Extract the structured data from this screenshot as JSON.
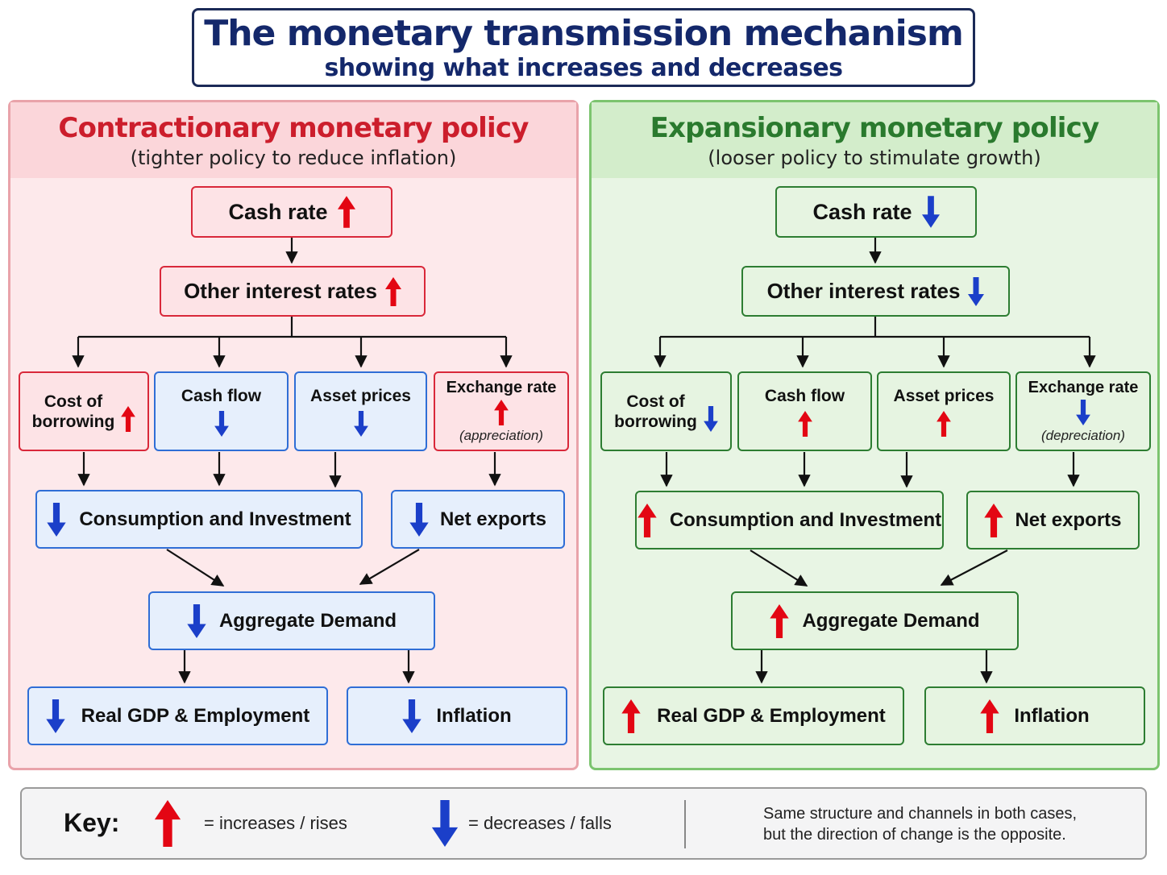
{
  "title": {
    "main": "The monetary transmission mechanism",
    "sub": "showing what increases and decreases"
  },
  "colors": {
    "up": "#e30613",
    "down": "#1b3fc9"
  },
  "contractionary": {
    "title": "Contractionary monetary policy",
    "subtitle": "(tighter policy to reduce inflation)",
    "cash_rate": "Cash rate",
    "other_rates": "Other interest rates",
    "channels": {
      "cost_line1": "Cost of",
      "cost_line2": "borrowing",
      "cash_flow": "Cash flow",
      "asset_prices": "Asset prices",
      "exchange_rate": "Exchange rate",
      "exchange_note": "(appreciation)"
    },
    "consumption": "Consumption and Investment",
    "net_exports": "Net exports",
    "aggregate_demand": "Aggregate Demand",
    "gdp": "Real GDP & Employment",
    "inflation": "Inflation"
  },
  "expansionary": {
    "title": "Expansionary monetary policy",
    "subtitle": "(looser policy to stimulate growth)",
    "cash_rate": "Cash rate",
    "other_rates": "Other interest rates",
    "channels": {
      "cost_line1": "Cost of",
      "cost_line2": "borrowing",
      "cash_flow": "Cash flow",
      "asset_prices": "Asset prices",
      "exchange_rate": "Exchange rate",
      "exchange_note": "(depreciation)"
    },
    "consumption": "Consumption and Investment",
    "net_exports": "Net exports",
    "aggregate_demand": "Aggregate Demand",
    "gdp": "Real GDP & Employment",
    "inflation": "Inflation"
  },
  "key": {
    "label": "Key:",
    "up_text": "= increases / rises",
    "down_text": "= decreases / falls",
    "note_line1": "Same structure and channels in both cases,",
    "note_line2": "but the direction of change is the opposite."
  }
}
